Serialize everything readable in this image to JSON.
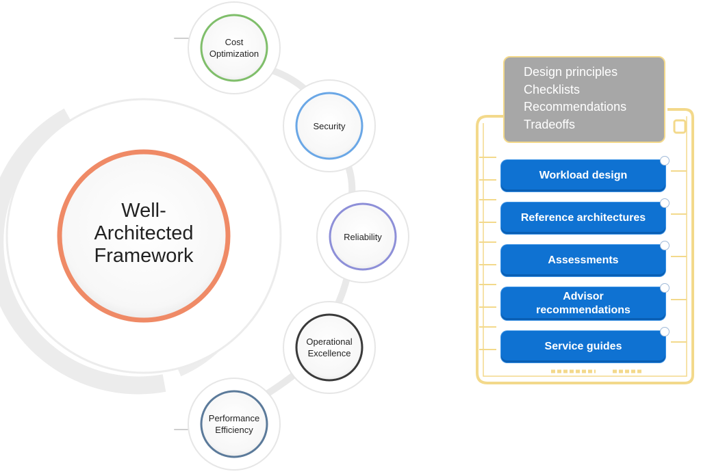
{
  "center": {
    "title": "Well-\nArchitected\nFramework",
    "ring_color": "#ef8a66"
  },
  "pillars": [
    {
      "label": "Cost\nOptimization",
      "color": "#7fbe6a"
    },
    {
      "label": "Security",
      "color": "#6aa7e6"
    },
    {
      "label": "Reliability",
      "color": "#8d8fd8"
    },
    {
      "label": "Operational\nExcellence",
      "color": "#3a3a3a"
    },
    {
      "label": "Performance\nEfficiency",
      "color": "#5b7a9a"
    }
  ],
  "topics": [
    "Design principles",
    "Checklists",
    "Recommendations",
    "Tradeoffs"
  ],
  "resources": [
    "Workload design",
    "Reference architectures",
    "Assessments",
    "Advisor\nrecommendations",
    "Service guides"
  ],
  "colors": {
    "frame": "#f3d98b",
    "box_gray": "#a7a7a7",
    "resource_blue": "#0f72d2"
  }
}
